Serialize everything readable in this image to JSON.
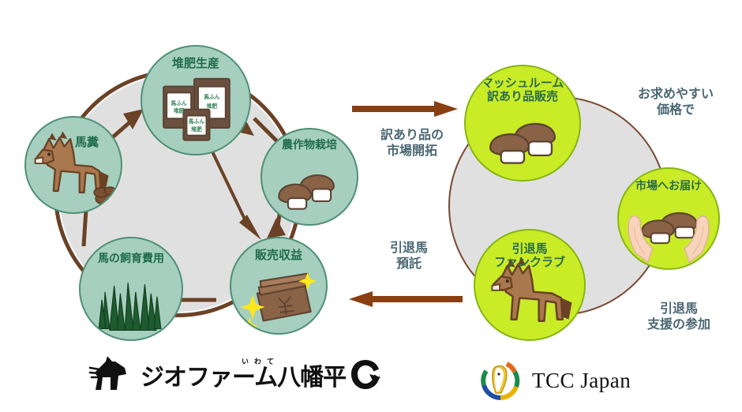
{
  "diagram": {
    "title": "Horse manure compost circulation and retired-horse support diagram",
    "colors": {
      "teal_circle": "#a6cfbf",
      "teal_circle_border": "#4f8f77",
      "lime_circle": "#c9ec27",
      "lime_circle_border": "#86b513",
      "gray_disc": "#e0e0e0",
      "brown_ring": "#7a4a33",
      "arrow_brown": "#8a3f12",
      "cycle_arrow_brown": "#6b4226",
      "label_text_teal": "#1f6b4a",
      "connector_text": "#4a6772",
      "grass_green": "#1d5c2e",
      "horse_body": "#a9784e",
      "horse_mane": "#6b4226",
      "mushroom_cap": "#8a6246",
      "mushroom_stem": "#ffffff",
      "money_brown": "#8a6246",
      "sparkle_yellow": "#ffe81a"
    },
    "left_cycle": {
      "name": "geo-farm-compost-cycle",
      "nodes": [
        {
          "id": "manure",
          "label": "馬糞",
          "icon": "horse-icon",
          "english": "Horse manure"
        },
        {
          "id": "compost",
          "label": "堆肥生産",
          "icon": "compost-bag-icon",
          "english": "Compost production"
        },
        {
          "id": "crops",
          "label": "農作物栽培",
          "icon": "mushroom-icon",
          "english": "Crop cultivation"
        },
        {
          "id": "revenue",
          "label": "販売収益",
          "icon": "money-icon",
          "english": "Sales revenue"
        },
        {
          "id": "feed",
          "label": "馬の飼育費用",
          "icon": "grass-icon",
          "english": "Horse rearing costs"
        }
      ],
      "bag_label": "馬ふん\n堆肥"
    },
    "right_cycle": {
      "name": "tcc-japan-retired-horse-cycle",
      "nodes": [
        {
          "id": "mushroom-sale",
          "label": "マッシュルーム\n訳あり品販売",
          "icon": "mushroom-icon",
          "english": "Mushroom imperfect-product sales"
        },
        {
          "id": "market",
          "label": "市場へお届け",
          "icon": "hands-mushroom-icon",
          "english": "Delivery to market"
        },
        {
          "id": "fanclub",
          "label": "引退馬\nファンクラブ",
          "icon": "horse-icon",
          "english": "Retired horse fan club"
        }
      ],
      "side_notes": [
        {
          "id": "price",
          "text": "お求めやすい\n価格で",
          "english": "At affordable prices"
        },
        {
          "id": "support",
          "text": "引退馬\n支援の参加",
          "english": "Participation in retired horse support"
        }
      ]
    },
    "bridge_arrows": [
      {
        "id": "top-arrow",
        "direction": "right",
        "label": "訳あり品の\n市場開拓",
        "english": "Market development for imperfect products"
      },
      {
        "id": "bottom-arrow",
        "direction": "left",
        "label": "引退馬\n預託",
        "english": "Retired horse entrustment"
      }
    ],
    "logos": [
      {
        "id": "geo-farm-logo",
        "text": "ジオファーム八幡平",
        "furigana": "いわて",
        "icon": "horse-head-icon"
      },
      {
        "id": "tcc-japan-logo",
        "text": "TCC Japan",
        "icon": "tcc-horse-ring-icon"
      }
    ]
  }
}
